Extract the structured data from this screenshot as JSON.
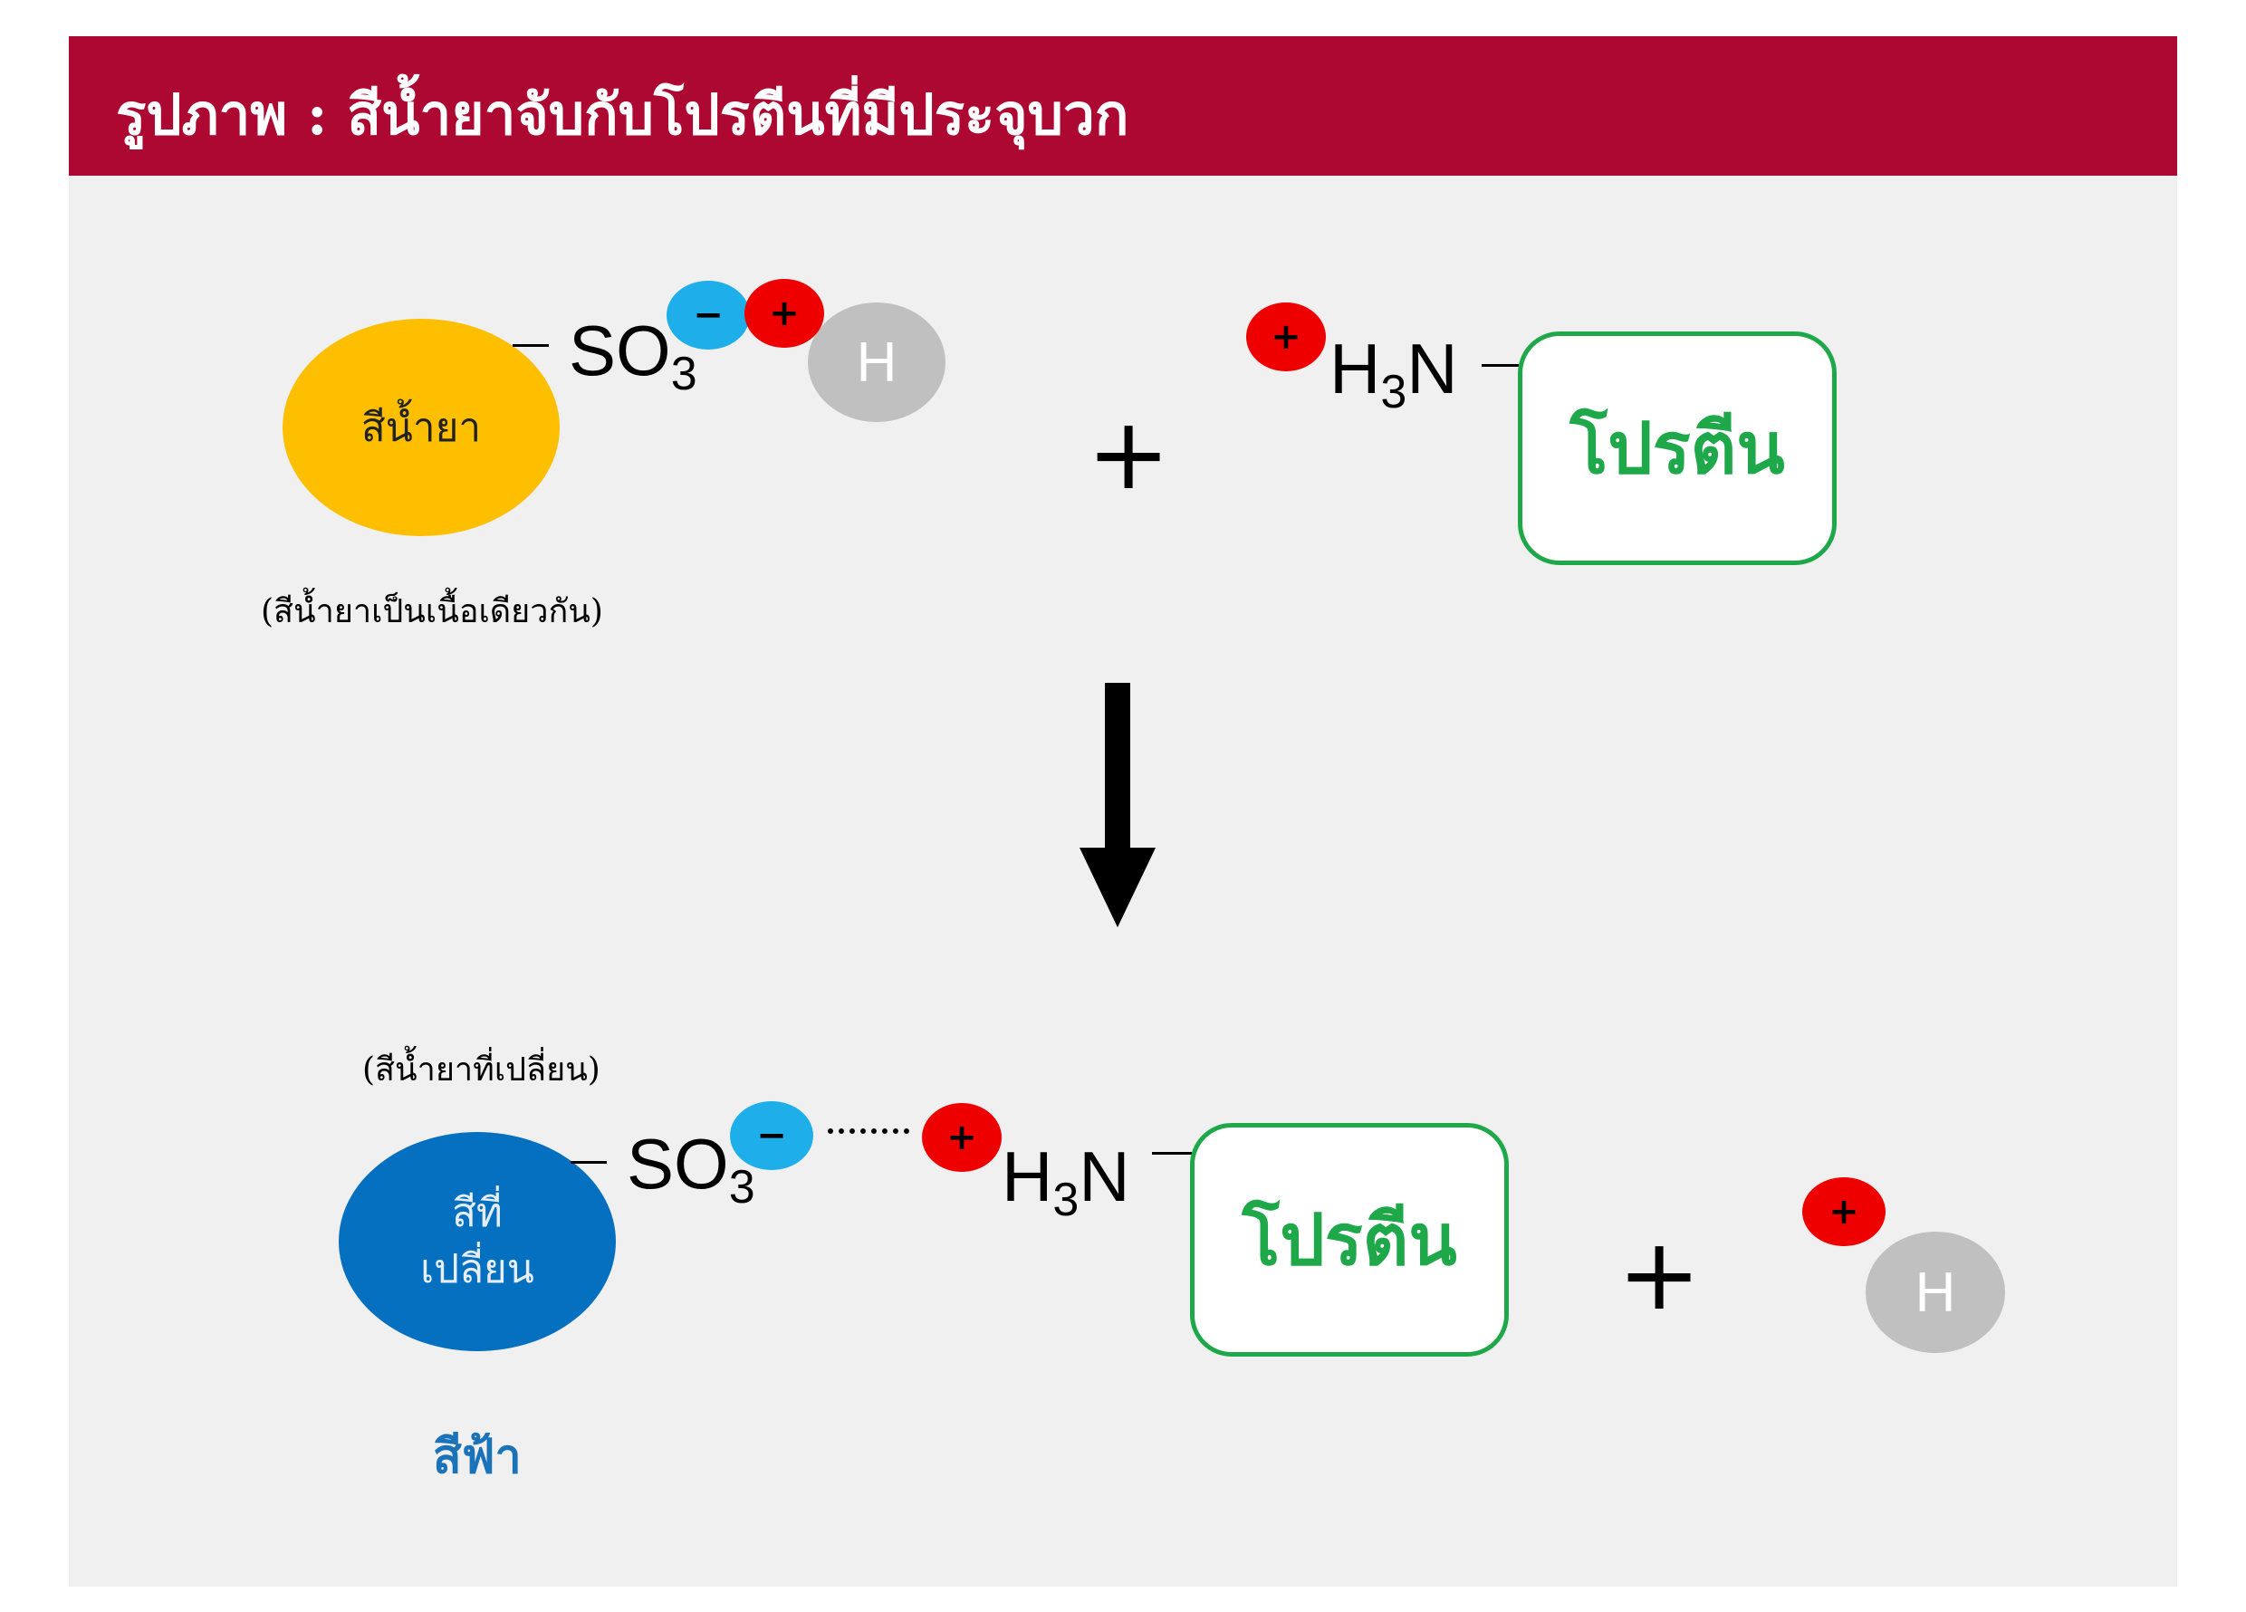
{
  "title": "รูปภาพ : สีน้ำยาจับกับโปรตีนที่มีประจุบวก",
  "top": {
    "dye_label": "สีน้ำยา",
    "dye_caption": "(สีน้ำยาเป็นเนื้อเดียวกัน)",
    "group_main": "SO",
    "group_sub": "3",
    "h_label": "H",
    "amine_main": "H",
    "amine_sub": "3",
    "amine_tail": "N",
    "protein_label": "โปรตีน",
    "plus": "+",
    "neg_charge": "−",
    "pos_charge": "+"
  },
  "bottom": {
    "dye_caption_top": "(สีน้ำยาที่เปลี่ยน)",
    "dye_label_line1": "สีที่",
    "dye_label_line2": "เปลี่ยน",
    "color_name": "สีฟ้า",
    "group_main": "SO",
    "group_sub": "3",
    "amine_main": "H",
    "amine_sub": "3",
    "amine_tail": "N",
    "protein_label": "โปรตีน",
    "plus": "+",
    "h_label": "H",
    "neg_charge": "−",
    "pos_charge": "+",
    "pos_charge_h": "+"
  },
  "colors": {
    "banner": "#ad0831",
    "dye_original": "#fdbf00",
    "dye_changed": "#0570c0",
    "negative_charge": "#1eaeea",
    "positive_charge": "#ee0000",
    "hydrogen": "#c0c0c0",
    "protein_green": "#1fa84a",
    "color_name_blue": "#1a72b8"
  }
}
